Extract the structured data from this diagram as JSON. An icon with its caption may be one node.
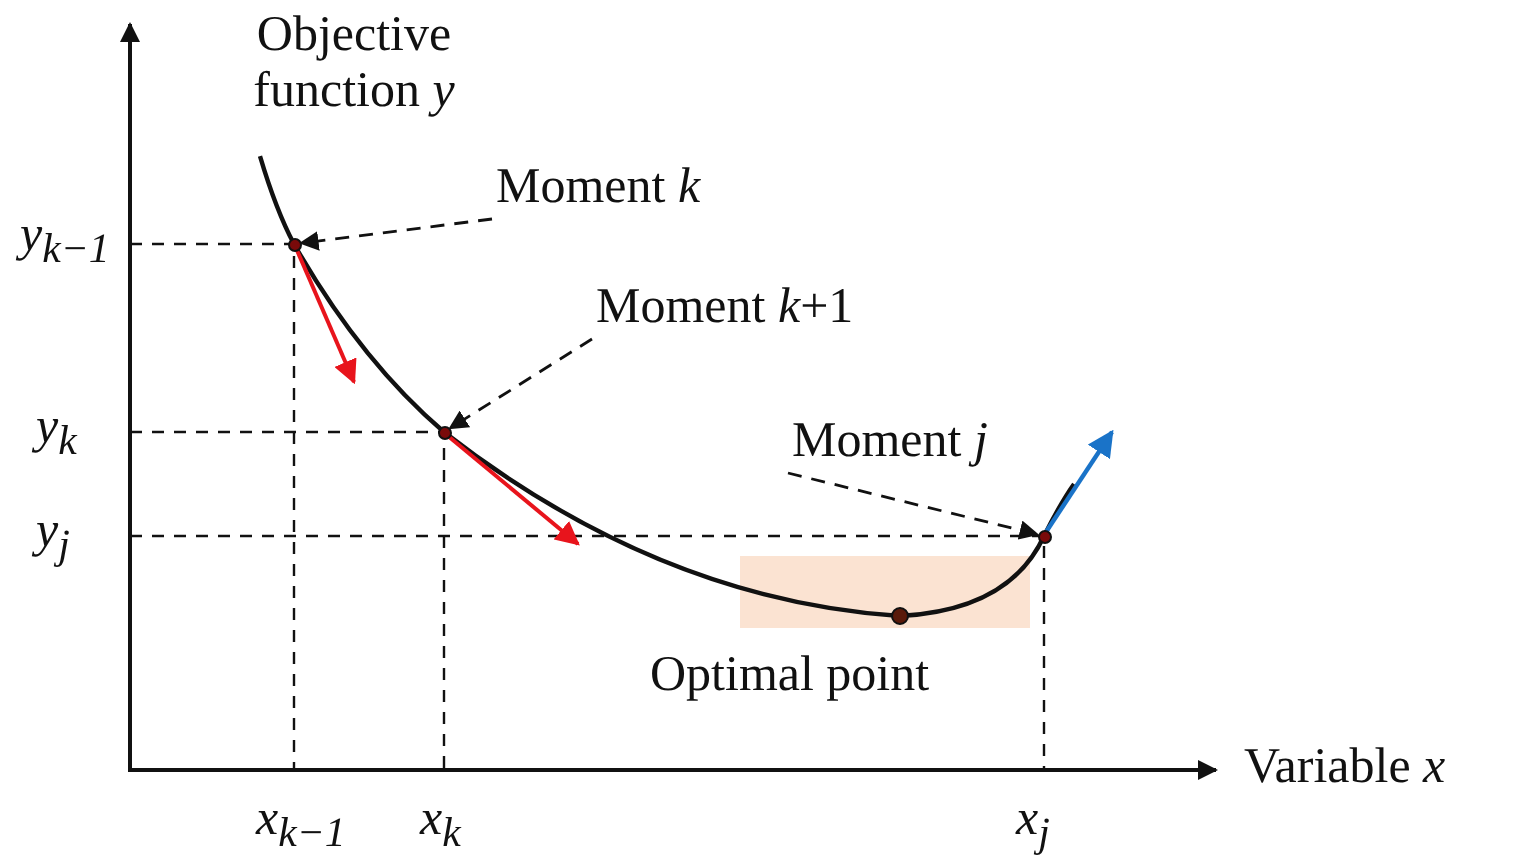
{
  "diagram": {
    "nodes": [
      {
        "text": [
          "Moment *k*"
        ]
      },
      {
        "text": [],
        "shape": "circle"
      },
      {
        "text": [
          "Moment *k*+1"
        ]
      },
      {
        "text": [],
        "shape": "circle"
      },
      {
        "text": [
          "Moment *j*"
        ]
      },
      {
        "text": [],
        "shape": "circle"
      }
    ],
    "edges": [
      {
        "from": 0,
        "to": 1,
        "arrow": "to",
        "style": "dashed"
      },
      {
        "from": 2,
        "to": 3,
        "arrow": "to",
        "style": "dashed"
      },
      {
        "from": 4,
        "to": 5,
        "arrow": "to",
        "style": "dashed"
      }
    ],
    "labels": [
      "Objective function *y*",
      "y$_{k−1}$",
      "y$_{k}$",
      "y$_{j}$",
      "Optimal point",
      "Variable *x*",
      "x$_{k−1}$",
      "x$_{k}$",
      "x$_{j}$"
    ]
  }
}
